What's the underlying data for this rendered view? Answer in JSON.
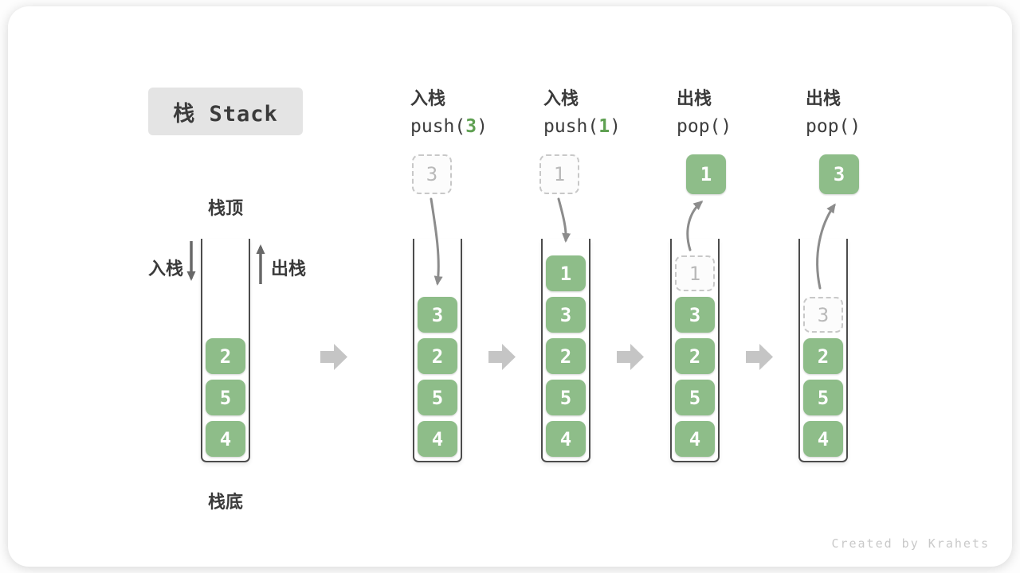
{
  "title": "栈 Stack",
  "annotations": {
    "stack_top": "栈顶",
    "stack_bottom": "栈底",
    "push_label": "入栈",
    "pop_label": "出栈"
  },
  "operations": [
    {
      "action": "入栈",
      "code_pre": "push(",
      "code_arg": "3",
      "code_post": ")"
    },
    {
      "action": "入栈",
      "code_pre": "push(",
      "code_arg": "1",
      "code_post": ")"
    },
    {
      "action": "出栈",
      "code_pre": "pop(",
      "code_arg": "",
      "code_post": ")"
    },
    {
      "action": "出栈",
      "code_pre": "pop(",
      "code_arg": "",
      "code_post": ")"
    }
  ],
  "stacks": [
    {
      "cells": [
        "2",
        "5",
        "4"
      ]
    },
    {
      "floating_value": "3",
      "cells": [
        "3",
        "2",
        "5",
        "4"
      ]
    },
    {
      "floating_value": "1",
      "cells": [
        "1",
        "3",
        "2",
        "5",
        "4"
      ]
    },
    {
      "floating_value": "1",
      "ghost_value": "1",
      "cells": [
        "3",
        "2",
        "5",
        "4"
      ]
    },
    {
      "floating_value": "3",
      "ghost_value": "3",
      "cells": [
        "2",
        "5",
        "4"
      ]
    }
  ],
  "watermark": "Created by Krahets",
  "colors": {
    "cell_green": "#8ebd89",
    "code_arg_green": "#5fa052",
    "title_bg": "#e4e4e4",
    "block_arrow_gray": "#c5c5c5"
  },
  "icons": {
    "step_arrow": "right-block-arrow",
    "push_arrow": "curved-down-arrow",
    "pop_arrow": "curved-up-arrow"
  }
}
